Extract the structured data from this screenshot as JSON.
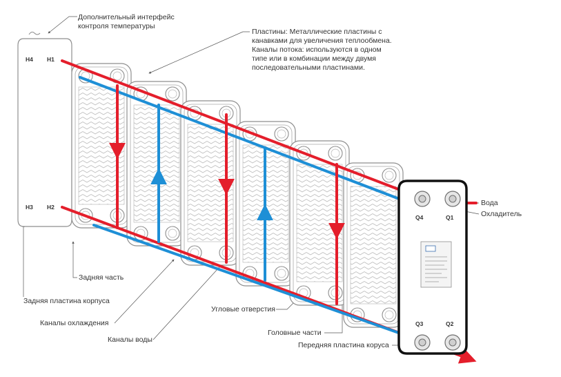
{
  "labels": {
    "interface_line1": "Дополнительный интерфейс",
    "interface_line2": "контроля температуры",
    "plates_line1": "Пластины: Металлические пластины с",
    "plates_line2": "канавками для увеличения теплообмена.",
    "plates_line3": "Каналы потока: используются в одном",
    "plates_line4": "типе или в комбинации между двумя",
    "plates_line5": "последовательными пластинами.",
    "water": "Вода",
    "coolant": "Охладитель",
    "rear_part": "Задняя часть",
    "rear_plate": "Задняя пластина корпуса",
    "cooling_channels": "Каналы охлаждения",
    "water_channels": "Каналы воды",
    "corner_holes": "Угловые отверстия",
    "head_parts": "Головные части",
    "front_plate": "Передняя пластина коруса"
  },
  "ports": {
    "h4": "H4",
    "h1": "H1",
    "h3": "H3",
    "h2": "H2",
    "q4": "Q4",
    "q1": "Q1",
    "q3": "Q3",
    "q2": "Q2"
  },
  "colors": {
    "hot": "#e41e2b",
    "cold": "#1e8fd6",
    "outline": "#8e8e8e",
    "corrugation": "#bdbdbd",
    "leader": "#555555",
    "text": "#333333"
  }
}
